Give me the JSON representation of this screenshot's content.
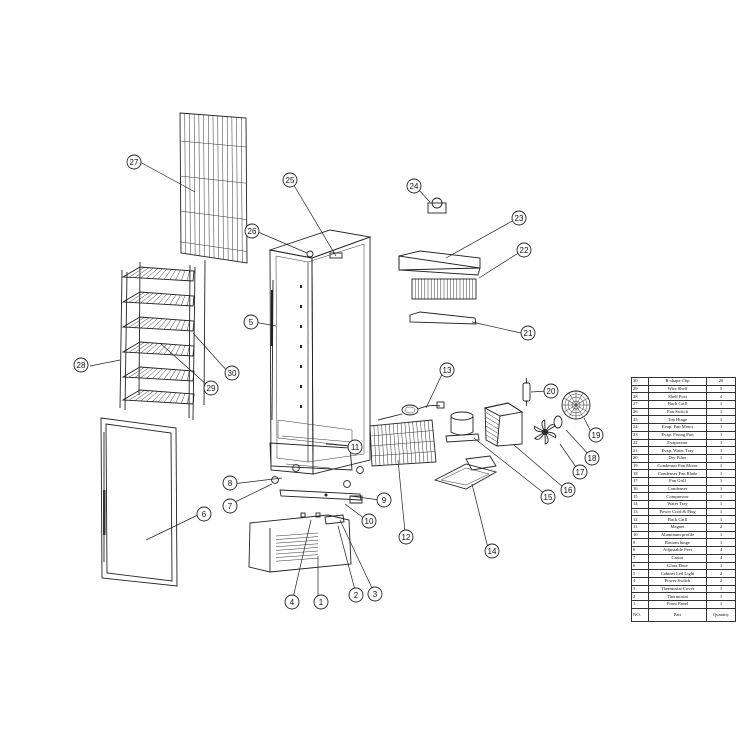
{
  "callouts": [
    "1",
    "2",
    "3",
    "4",
    "5",
    "6",
    "7",
    "8",
    "9",
    "10",
    "11",
    "12",
    "13",
    "14",
    "15",
    "16",
    "17",
    "18",
    "19",
    "20",
    "21",
    "22",
    "23",
    "24",
    "25",
    "26",
    "27",
    "28",
    "29",
    "30"
  ],
  "table": {
    "header": {
      "no": "NO.",
      "part": "Part",
      "qty": "Quantity"
    },
    "rows": [
      {
        "no": "30",
        "part": "R-shape Clip",
        "qty": "20"
      },
      {
        "no": "29",
        "part": "Wire Shelf",
        "qty": "5"
      },
      {
        "no": "28",
        "part": "Shelf Post",
        "qty": "4"
      },
      {
        "no": "27",
        "part": "Back Grill",
        "qty": "1"
      },
      {
        "no": "26",
        "part": "Fan Switch",
        "qty": "1"
      },
      {
        "no": "25",
        "part": "Top Hinge",
        "qty": "1"
      },
      {
        "no": "24",
        "part": "Evap. Fan Motor",
        "qty": "1"
      },
      {
        "no": "23",
        "part": "Evap. Fixing Part",
        "qty": "1"
      },
      {
        "no": "22",
        "part": "Evaporator",
        "qty": "1"
      },
      {
        "no": "21",
        "part": "Evap. Water Tray",
        "qty": "1"
      },
      {
        "no": "20",
        "part": "Dry Filter",
        "qty": "1"
      },
      {
        "no": "19",
        "part": "Condenser Fan Motor",
        "qty": "1"
      },
      {
        "no": "18",
        "part": "Condenser Fan Blade",
        "qty": "1"
      },
      {
        "no": "17",
        "part": "Fan Grill",
        "qty": "1"
      },
      {
        "no": "16",
        "part": "Condenser",
        "qty": "1"
      },
      {
        "no": "15",
        "part": "Compressor",
        "qty": "1"
      },
      {
        "no": "14",
        "part": "Water Tray",
        "qty": "1"
      },
      {
        "no": "13",
        "part": "Power Cord & Plug",
        "qty": "1"
      },
      {
        "no": "12",
        "part": "Back Grill",
        "qty": "1"
      },
      {
        "no": "11",
        "part": "Magnet",
        "qty": "2"
      },
      {
        "no": "10",
        "part": "Aluminum profile",
        "qty": "1"
      },
      {
        "no": "9",
        "part": "Bottom hinge",
        "qty": "1"
      },
      {
        "no": "8",
        "part": "Adjustable Feet",
        "qty": "4"
      },
      {
        "no": "7",
        "part": "Castor",
        "qty": "4"
      },
      {
        "no": "6",
        "part": "Glass Door",
        "qty": "1"
      },
      {
        "no": "5",
        "part": "Cabinet Led Light",
        "qty": "2"
      },
      {
        "no": "4",
        "part": "Power Switch",
        "qty": "2"
      },
      {
        "no": "3",
        "part": "Thermostat Cover",
        "qty": "1"
      },
      {
        "no": "2",
        "part": "Thermostat",
        "qty": "1"
      },
      {
        "no": "1",
        "part": "Front Panel",
        "qty": "1"
      }
    ]
  }
}
